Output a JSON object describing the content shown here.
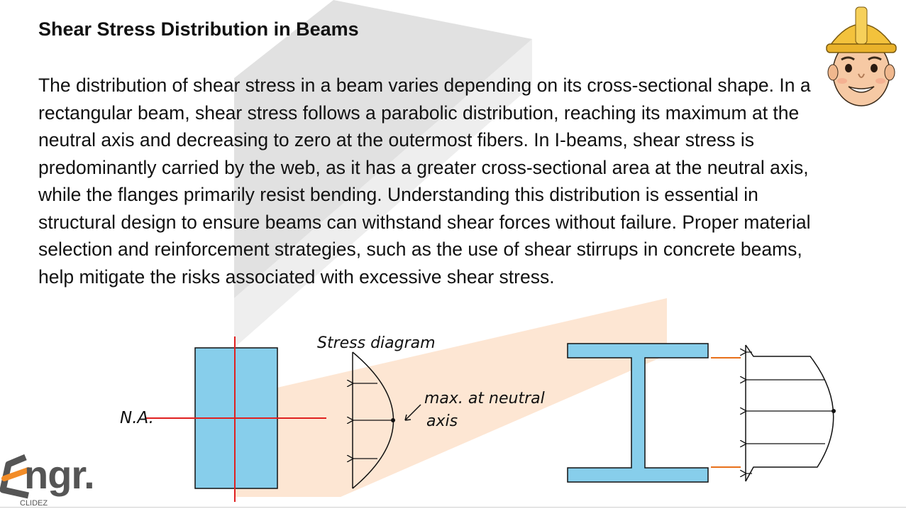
{
  "slide": {
    "title": "Shear Stress Distribution in Beams",
    "paragraph": "The distribution of shear stress in a beam varies depending on its cross-sectional shape. In a rectangular beam, shear stress follows a parabolic distribution, reaching its maximum at the neutral axis and decreasing to zero at the outermost fibers. In I-beams, shear stress is predominantly carried by the web, as it has a greater cross-sectional area at the neutral axis, while the flanges primarily resist bending. Understanding this distribution is essential in structural design to ensure beams can withstand shear forces without failure. Proper material selection and reinforcement strategies, such as the use of shear stirrups in concrete beams, help mitigate the risks associated with excessive shear stress."
  },
  "diagram": {
    "na_label": "N.A.",
    "stress_diagram_label": "Stress diagram",
    "max_label_line1": "max. at neutral",
    "max_label_line2": "axis"
  },
  "logo": {
    "main_text": "ngr.",
    "sub_text": "CLIDEZ"
  },
  "colors": {
    "section_fill": "#87ceeb",
    "axis_red": "#e02020",
    "flange_marker": "#e8701a",
    "watermark_gray": "#d9d9d9",
    "watermark_orange": "#fde3cf",
    "logo_orange": "#f28c28"
  }
}
